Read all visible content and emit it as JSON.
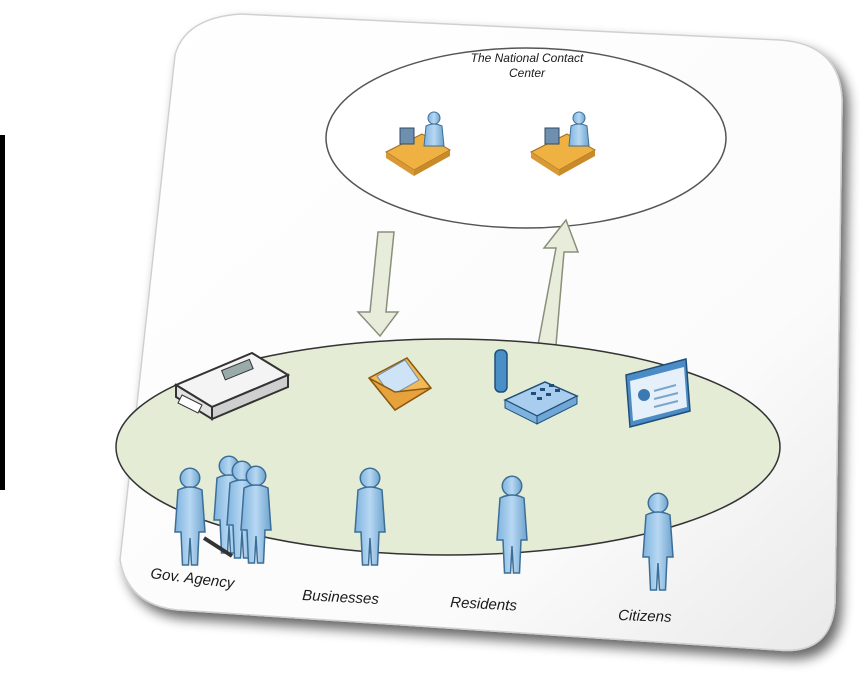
{
  "center": {
    "title_line1": "The National Contact",
    "title_line2": "Center"
  },
  "groups": {
    "gov_agency": "Gov. Agency",
    "businesses": "Businesses",
    "residents": "Residents",
    "citizens": "Citizens"
  },
  "colors": {
    "channel_plane_fill": "#e4ecd6",
    "arrow_fill": "#e8ecda",
    "arrow_stroke": "#8a8f7c",
    "person_fill": "#9cc6e8",
    "person_stroke": "#3c6e96",
    "desk_fill": "#f0b143"
  },
  "icons": [
    "fax-icon",
    "email-envelope-icon",
    "telephone-icon",
    "web-page-icon",
    "agent-at-desk-icon",
    "person-icon"
  ]
}
